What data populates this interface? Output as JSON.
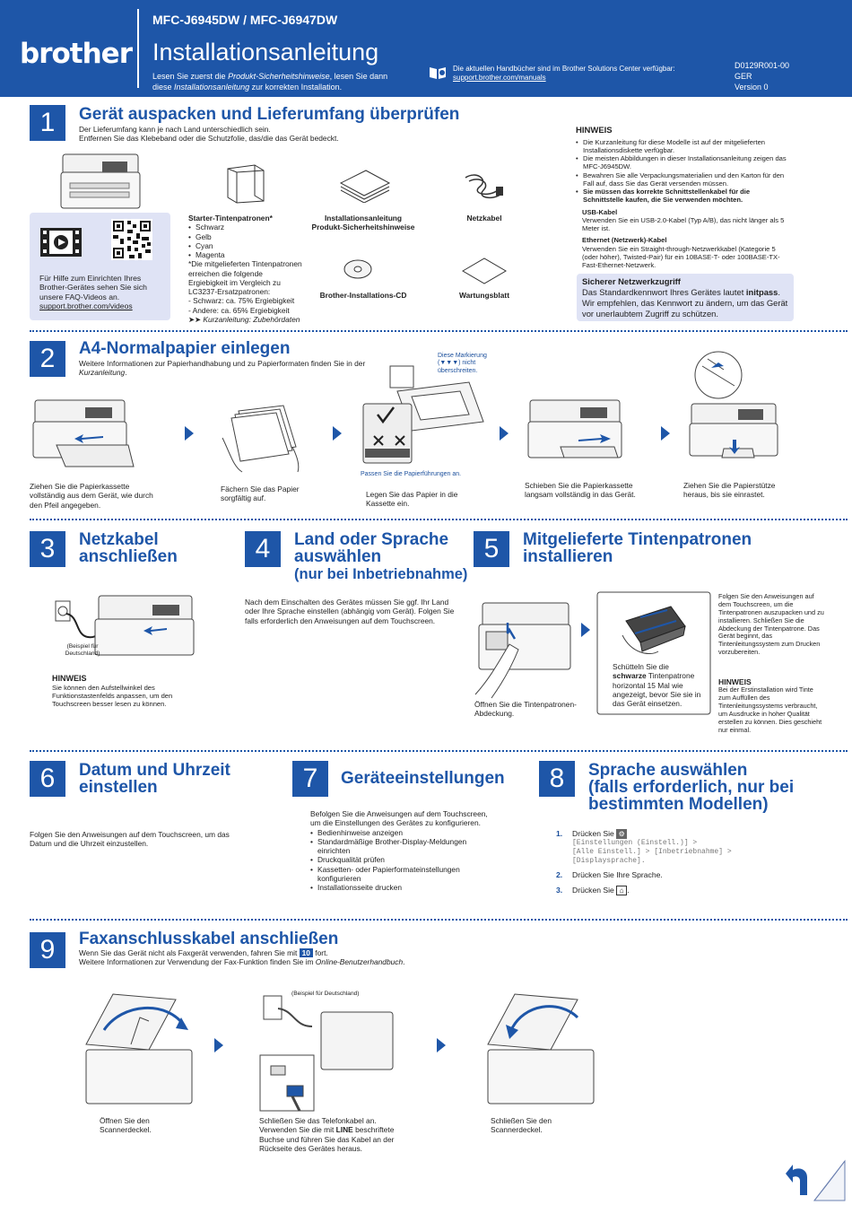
{
  "header": {
    "logo": "brother",
    "models": "MFC-J6945DW / MFC-J6947DW",
    "title": "Installationsanleitung",
    "subtitle_1": "Lesen Sie zuerst die ",
    "subtitle_em1": "Produkt-Sicherheitshinweise",
    "subtitle_2": ", lesen Sie dann diese ",
    "subtitle_em2": "Installationsanleitung",
    "subtitle_3": " zur korrekten Installation.",
    "manuals_text": "Die aktuellen Handbücher sind im Brother Solutions Center verfügbar:",
    "manuals_link": "support.brother.com/manuals",
    "doc_code": "D0129R001-00",
    "doc_lang": "GER",
    "doc_version": "Version 0"
  },
  "s1": {
    "num": "1",
    "title": "Gerät auspacken und Lieferumfang überprüfen",
    "intro1": "Der Lieferumfang kann je nach Land unterschiedlich sein.",
    "intro2": "Entfernen Sie das Klebeband oder die Schutzfolie, das/die das Gerät bedeckt.",
    "faq_text": "Für Hilfe zum Einrichten Ihres Brother-Gerätes sehen Sie sich unsere FAQ-Videos an.",
    "faq_link": "support.brother.com/videos",
    "ink_title": "Starter-Tintenpatronen*",
    "ink_colors": [
      "Schwarz",
      "Gelb",
      "Cyan",
      "Magenta"
    ],
    "ink_note": "*Die mitgelieferten Tintenpatronen erreichen die folgende Ergiebigkeit im Vergleich zu LC3237-Ersatzpatronen:",
    "ink_black": "- Schwarz: ca. 75% Ergiebigkeit",
    "ink_other": "- Andere: ca. 65% Ergiebigkeit",
    "ink_ref": "Kurzanleitung: Zubehördaten",
    "item_manual1": "Installationsanleitung",
    "item_manual2": "Produkt-Sicherheitshinweise",
    "item_cable": "Netzkabel",
    "item_cd": "Brother-Installations-CD",
    "item_sheet": "Wartungsblatt",
    "note_title": "HINWEIS",
    "note_items": [
      "Die Kurzanleitung für diese Modelle ist auf der mitgelieferten Installationsdiskette verfügbar.",
      "Die meisten Abbildungen in dieser Installationsanleitung zeigen das MFC-J6945DW.",
      "Bewahren Sie alle Verpackungsmaterialien und den Karton für den Fall auf, dass Sie das Gerät versenden müssen.",
      "Sie müssen das korrekte Schnittstellenkabel für die Schnittstelle kaufen, die Sie verwenden möchten."
    ],
    "usb_title": "USB-Kabel",
    "usb_text": "Verwenden Sie ein USB-2.0-Kabel (Typ A/B), das nicht länger als 5 Meter ist.",
    "eth_title": "Ethernet (Netzwerk)-Kabel",
    "eth_text": "Verwenden Sie ein Straight-through-Netzwerkkabel (Kategorie 5 (oder höher), Twisted-Pair) für ein 10BASE-T- oder 100BASE-TX-Fast-Ethernet-Netzwerk.",
    "sec_title": "Sicherer Netzwerkzugriff",
    "sec_text1": "Das Standardkennwort Ihres Gerätes lautet ",
    "sec_pw": "initpass",
    "sec_text2": ". Wir empfehlen, das Kennwort zu ändern, um das Gerät vor unerlaubtem Zugriff zu schützen."
  },
  "s2": {
    "num": "2",
    "title": "A4-Normalpapier einlegen",
    "intro": "Weitere Informationen zur Papierhandhabung und zu Papierformaten finden Sie in der ",
    "intro_em": "Kurzanleitung",
    "mark_note": "Diese Markierung (▼▼▼) nicht überschreiten.",
    "guide_note": "Passen Sie die Papierführungen an.",
    "step1": "Ziehen Sie die Papierkassette vollständig aus dem Gerät, wie durch den Pfeil angegeben.",
    "step2": "Fächern Sie das Papier sorgfältig auf.",
    "step3": "Legen Sie das Papier in die Kassette ein.",
    "step4": "Schieben Sie die Papierkassette langsam vollständig in das Gerät.",
    "step5": "Ziehen Sie die Papierstütze heraus, bis sie einrastet."
  },
  "s3": {
    "num": "3",
    "title1": "Netzkabel",
    "title2": "anschließen",
    "example": "(Beispiel für Deutschland)",
    "note_title": "HINWEIS",
    "note_text": "Sie können den Aufstellwinkel des Funktionstastenfelds anpassen, um den Touchscreen besser lesen zu können."
  },
  "s4": {
    "num": "4",
    "title1": "Land oder Sprache",
    "title2": "auswählen",
    "title3": "(nur bei Inbetriebnahme)",
    "text": "Nach dem Einschalten des Gerätes müssen Sie ggf. Ihr Land oder Ihre Sprache einstellen (abhängig vom Gerät). Folgen Sie falls erforderlich den Anweisungen auf dem Touchscreen."
  },
  "s5": {
    "num": "5",
    "title1": "Mitgelieferte Tintenpatronen",
    "title2": "installieren",
    "open_text": "Öffnen Sie die Tintenpatronen-Abdeckung.",
    "shake_1": "Schütteln Sie die ",
    "shake_bold": "schwarze",
    "shake_2": " Tintenpatrone horizontal 15 Mal wie angezeigt, bevor Sie sie in das Gerät einsetzen.",
    "follow_text": "Folgen Sie den Anweisungen auf dem Touchscreen, um die Tintenpatronen auszupacken und zu installieren. Schließen Sie die Abdeckung der Tintenpatrone. Das Gerät beginnt, das Tintenleitungssystem zum Drucken vorzubereiten.",
    "note_title": "HINWEIS",
    "note_text": "Bei der Erstinstallation wird Tinte zum Auffüllen des Tintenleitungssystems verbraucht, um Ausdrucke in hoher Qualität erstellen zu können. Dies geschieht nur einmal."
  },
  "s6": {
    "num": "6",
    "title1": "Datum und Uhrzeit",
    "title2": "einstellen",
    "text": "Folgen Sie den Anweisungen auf dem Touchscreen, um das Datum und die Uhrzeit einzustellen."
  },
  "s7": {
    "num": "7",
    "title": "Geräteeinstellungen",
    "text": "Befolgen Sie die Anweisungen auf dem Touchscreen, um die Einstellungen des Gerätes zu konfigurieren.",
    "items": [
      "Bedienhinweise anzeigen",
      "Standardmäßige Brother-Display-Meldungen einrichten",
      "Druckqualität prüfen",
      "Kassetten- oder Papierformateinstellungen konfigurieren",
      "Installationsseite drucken"
    ]
  },
  "s8": {
    "num": "8",
    "title1": "Sprache auswählen",
    "title2": "(falls erforderlich, nur bei",
    "title3": "bestimmten Modellen)",
    "step1_num": "1.",
    "step1": "Drücken Sie",
    "step1_path1": "[Einstellungen (Einstell.)] >",
    "step1_path2": "[Alle Einstell.] > [Inbetriebnahme] >",
    "step1_path3": "[Displaysprache].",
    "step2_num": "2.",
    "step2": "Drücken Sie Ihre Sprache.",
    "step3_num": "3.",
    "step3": "Drücken Sie"
  },
  "s9": {
    "num": "9",
    "title": "Faxanschlusskabel anschließen",
    "intro1": "Wenn Sie das Gerät nicht als Faxgerät verwenden, fahren Sie mit",
    "intro_box": "10",
    "intro2": "fort.",
    "intro3": "Weitere Informationen zur Verwendung der Fax-Funktion finden Sie im ",
    "intro_em": "Online-Benutzerhandbuch",
    "example": "(Beispiel für Deutschland)",
    "step1": "Öffnen Sie den Scannerdeckel.",
    "step2_1": "Schließen Sie das Telefonkabel an. Verwenden Sie die mit ",
    "step2_bold": "LINE",
    "step2_2": " beschriftete Buchse und führen Sie das Kabel an der Rückseite des Gerätes heraus.",
    "step3": "Schließen Sie den Scannerdeckel."
  }
}
